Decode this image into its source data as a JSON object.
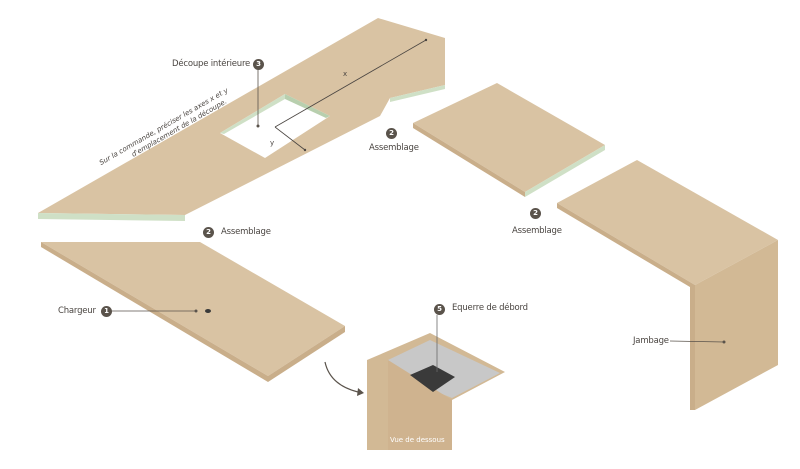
{
  "colors": {
    "wood_top": "#d9c3a3",
    "wood_edge": "#c9ae8a",
    "wood_side": "#d2b995",
    "core_green": "#cfe0c6",
    "badge": "#5a534b",
    "label": "#4a4541",
    "bracket": "#3a3a3a",
    "underside": "#c8c8c8"
  },
  "callouts": [
    {
      "number": "1",
      "label": "Chargeur"
    },
    {
      "number": "2",
      "label": "Assemblage"
    },
    {
      "number": "2",
      "label": "Assemblage"
    },
    {
      "number": "2",
      "label": "Assemblage"
    },
    {
      "number": "3",
      "label": "Découpe intérieure"
    },
    {
      "number": "5",
      "label": "Equerre de débord"
    }
  ],
  "jambage_label": "Jambage",
  "note": {
    "line1": "Sur la commande, préciser les axes x et y",
    "line2": "d'emplacement de la découpe."
  },
  "axes": {
    "x": "x",
    "y": "y"
  },
  "detail_caption": "Vue de dessous"
}
